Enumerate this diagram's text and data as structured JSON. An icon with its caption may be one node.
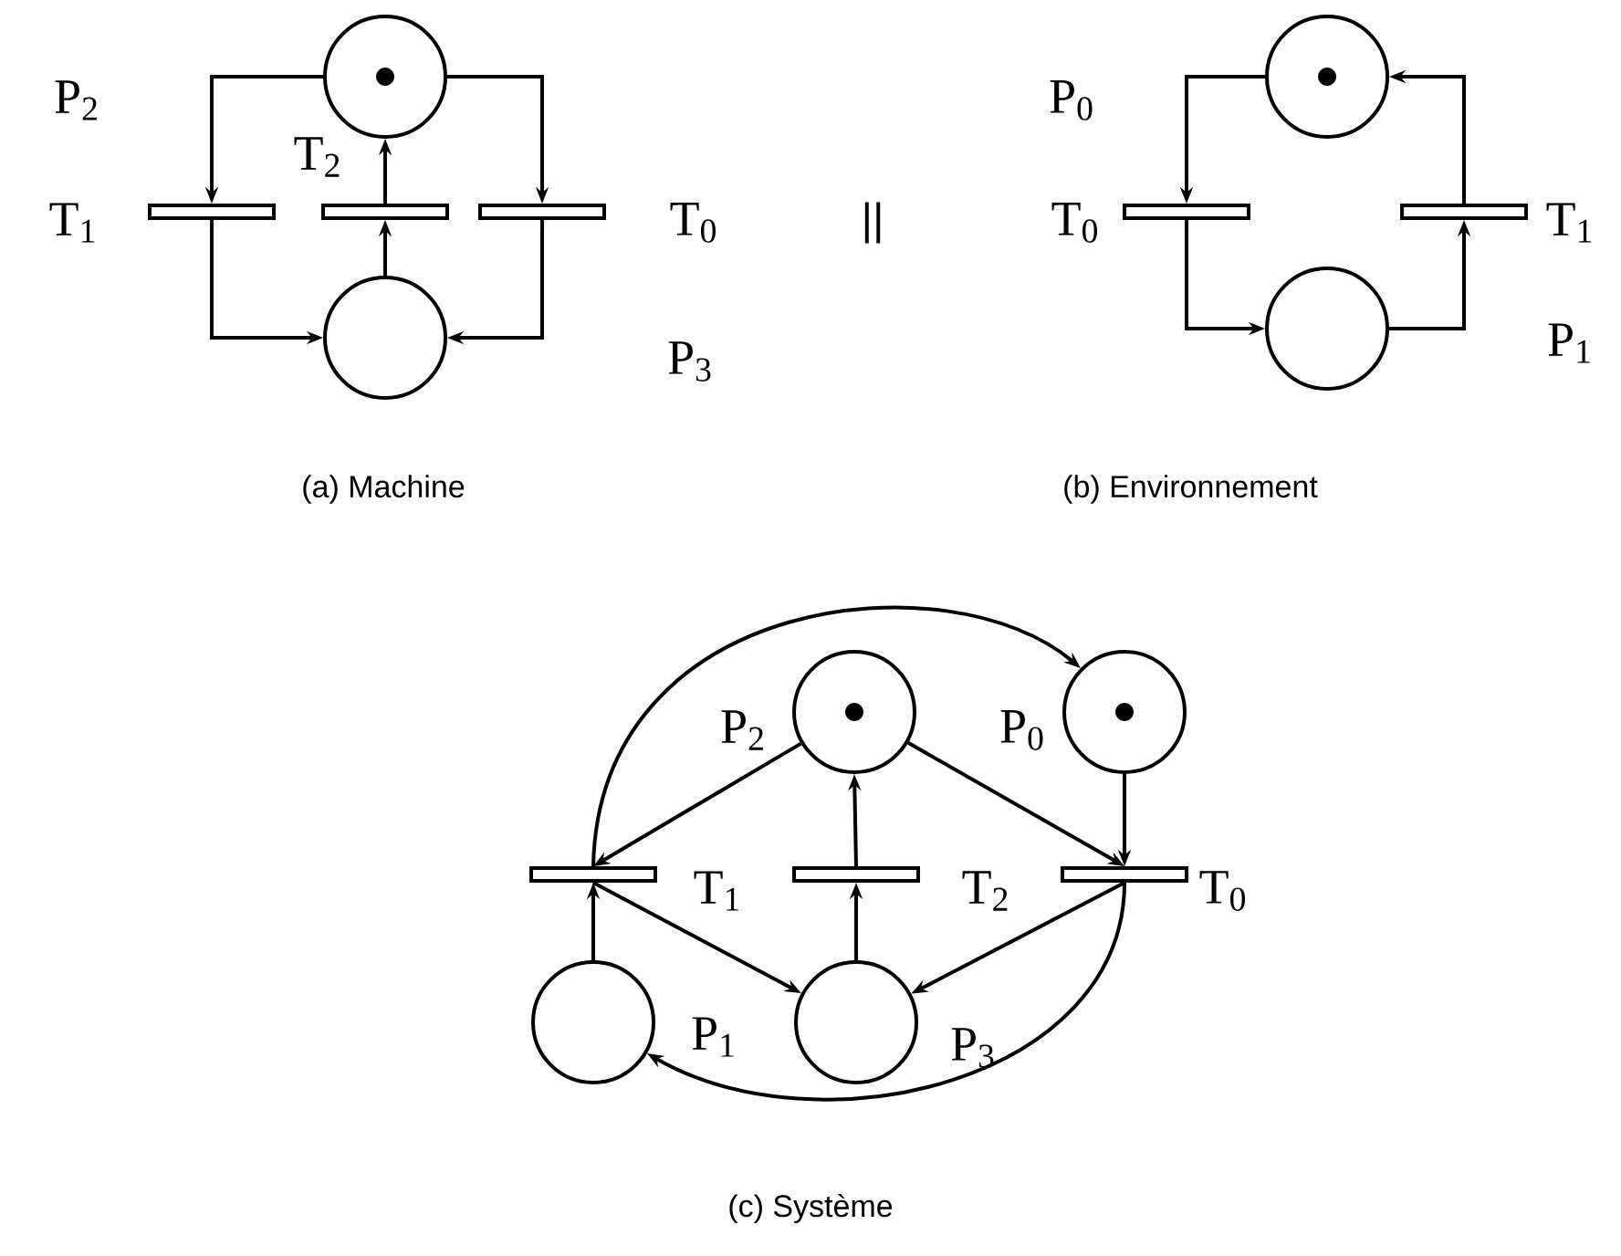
{
  "diagram": {
    "nodes": [
      {
        "text": [],
        "shape": "circle"
      },
      {
        "text": [],
        "shape": "bar",
        "beside": [
          "T$_{1}$"
        ]
      },
      {
        "text": [],
        "shape": "bar",
        "beside": [
          "T$_{2}$"
        ]
      },
      {
        "text": [],
        "shape": "bar",
        "beside": [
          "T$_{0}$"
        ]
      },
      {
        "text": [],
        "shape": "circle"
      },
      {
        "text": [],
        "shape": "circle"
      },
      {
        "text": [],
        "shape": "bar",
        "beside": [
          "T$_{0}$"
        ]
      },
      {
        "text": [],
        "shape": "bar",
        "beside": [
          "T$_{1}$"
        ]
      },
      {
        "text": [],
        "shape": "circle"
      },
      {
        "text": [],
        "shape": "circle",
        "beside": [
          "P$_{2}$"
        ]
      },
      {
        "text": [],
        "shape": "circle",
        "beside": [
          "P$_{0}$"
        ]
      },
      {
        "text": [],
        "shape": "bar",
        "beside": [
          "T$_{1}$"
        ]
      },
      {
        "text": [],
        "shape": "bar",
        "beside": [
          "T$_{2}$"
        ]
      },
      {
        "text": [],
        "shape": "bar",
        "beside": [
          "T$_{0}$"
        ]
      },
      {
        "text": [],
        "shape": "circle",
        "beside": [
          "P$_{1}$"
        ]
      },
      {
        "text": [],
        "shape": "circle",
        "beside": [
          "P$_{3}$"
        ]
      }
    ],
    "edges": [
      {
        "from": 0,
        "to": 1,
        "arrow": "to"
      },
      {
        "from": 0,
        "to": 3,
        "arrow": "to"
      },
      {
        "from": 2,
        "to": 0,
        "arrow": "to"
      },
      {
        "from": 4,
        "to": 2,
        "arrow": "to"
      },
      {
        "from": 1,
        "to": 4,
        "arrow": "to"
      },
      {
        "from": 3,
        "to": 4,
        "arrow": "to"
      },
      {
        "from": 5,
        "to": 6,
        "arrow": "to"
      },
      {
        "from": 6,
        "to": 8,
        "arrow": "to"
      },
      {
        "from": 8,
        "to": 7,
        "arrow": "to"
      },
      {
        "from": 7,
        "to": 5,
        "arrow": "to"
      },
      {
        "from": 11,
        "to": 10,
        "arrow": "to"
      },
      {
        "from": 9,
        "to": 11,
        "arrow": "to"
      },
      {
        "from": 12,
        "to": 9,
        "arrow": "to"
      },
      {
        "from": 9,
        "to": 13,
        "arrow": "to"
      },
      {
        "from": 10,
        "to": 13,
        "arrow": "to"
      },
      {
        "from": 14,
        "to": 11,
        "arrow": "to"
      },
      {
        "from": 11,
        "to": 15,
        "arrow": "to"
      },
      {
        "from": 15,
        "to": 12,
        "arrow": "to"
      },
      {
        "from": 13,
        "to": 15,
        "arrow": "to"
      },
      {
        "from": 13,
        "to": 14,
        "arrow": "to"
      }
    ],
    "labels": [
      "P$_{2}$",
      "P$_{0}$",
      "||",
      "P$_{3}$",
      "P$_{1}$",
      "(a) Machine",
      "(b) Environnement",
      "(c) Système"
    ]
  }
}
